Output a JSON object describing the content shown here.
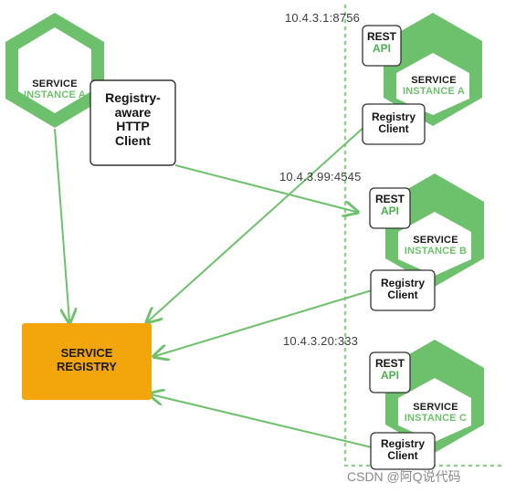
{
  "service_a": {
    "title": "SERVICE",
    "subtitle": "INSTANCE A"
  },
  "client_box": {
    "lines": [
      "Registry-",
      "aware",
      "HTTP",
      "Client"
    ]
  },
  "registry": {
    "lines": [
      "SERVICE",
      "REGISTRY"
    ]
  },
  "instances": [
    {
      "ip": "10.4.3.1:8756",
      "rest": "REST",
      "api": "API",
      "title": "SERVICE",
      "subtitle": "INSTANCE A",
      "reg1": "Registry",
      "reg2": "Client"
    },
    {
      "ip": "10.4.3.99:4545",
      "rest": "REST",
      "api": "API",
      "title": "SERVICE",
      "subtitle": "INSTANCE B",
      "reg1": "Registry",
      "reg2": "Client"
    },
    {
      "ip": "10.4.3.20:333",
      "rest": "REST",
      "api": "API",
      "title": "SERVICE",
      "subtitle": "INSTANCE C",
      "reg1": "Registry",
      "reg2": "Client"
    }
  ],
  "watermark": "CSDN @阿Q说代码",
  "colors": {
    "green": "#6ec16c",
    "registry": "#f2a60c"
  }
}
